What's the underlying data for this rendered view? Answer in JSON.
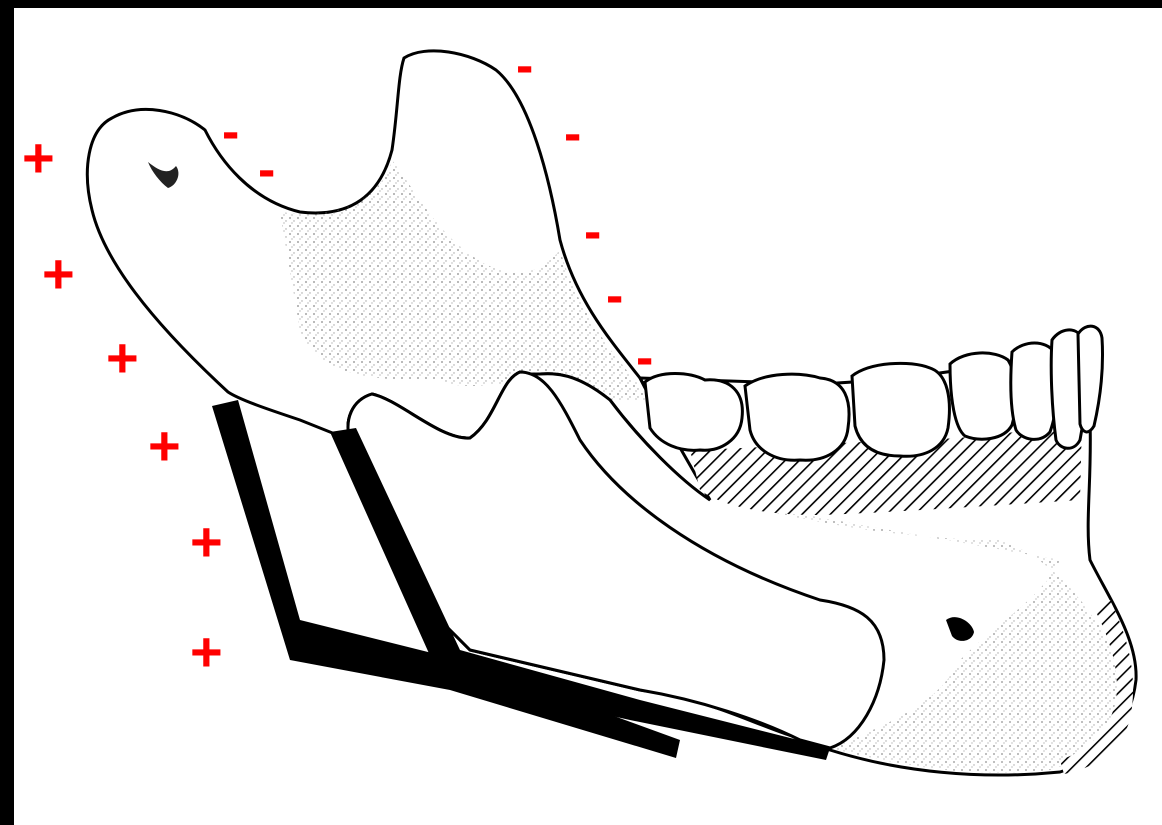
{
  "figure": {
    "background": "#ffffff",
    "border": "#000000",
    "mark_color": "#ff0000",
    "ink_color": "#000000",
    "plus_symbol": "+",
    "minus_symbol": "-",
    "subject": "mandible-illustration",
    "hatch_regions": [
      "condyle-posterior-border",
      "coronoid-inner-edge",
      "alveolar-strip",
      "chin-anterior"
    ],
    "dark_bars": [
      "posterior-bar",
      "inner-bar"
    ]
  }
}
